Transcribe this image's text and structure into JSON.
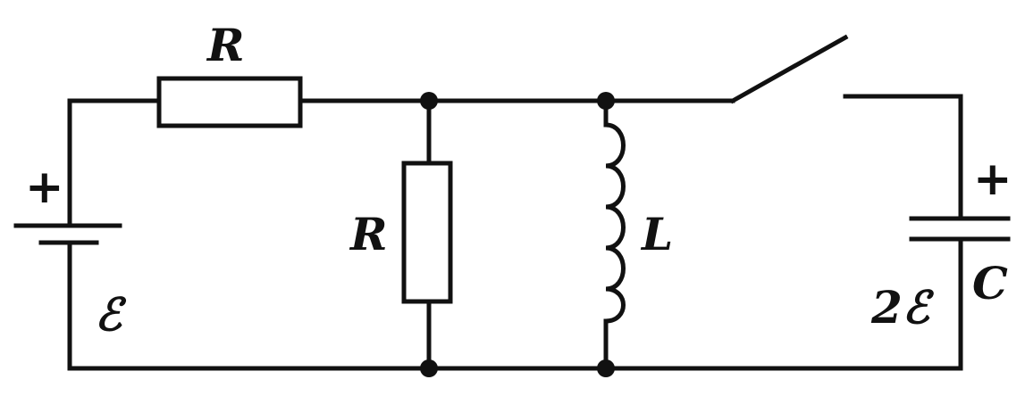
{
  "labels": {
    "series_resistor": "R",
    "shunt_resistor": "R",
    "inductor": "L",
    "capacitor": "C",
    "battery_emf": "ℰ",
    "capacitor_voltage": "2ℰ",
    "battery_plus": "+",
    "capacitor_plus": "+"
  }
}
